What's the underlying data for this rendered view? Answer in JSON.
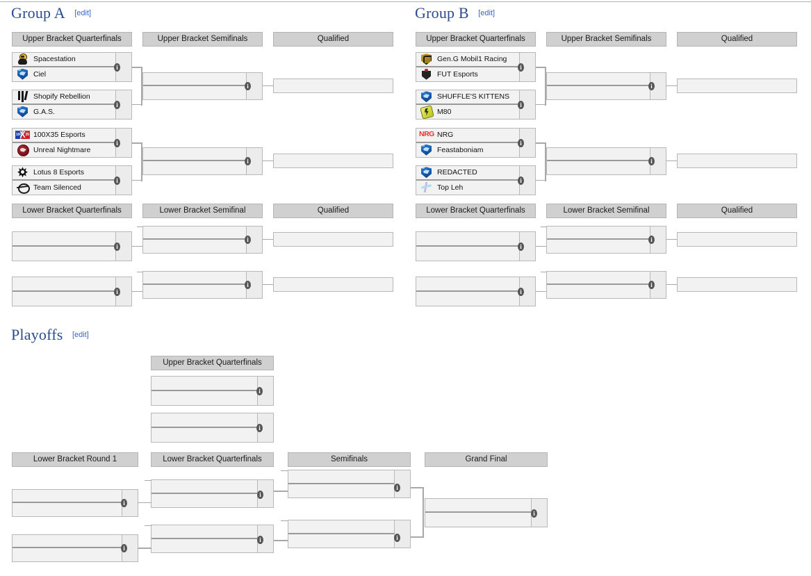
{
  "page": {
    "background": "#ffffff",
    "heading_color": "#2a4b8d",
    "link_color": "#3366cc",
    "round_header_bg": "#d0d0d0",
    "match_bg": "#f2f2f2",
    "score_bg": "#ececec",
    "line_color": "#a8a8a8",
    "edit_label": "[edit]"
  },
  "sections": [
    {
      "id": "group-a",
      "title": "Group A",
      "edit": "[edit]",
      "upper": {
        "headers": [
          "Upper Bracket Quarterfinals",
          "Upper Bracket Semifinals",
          "Qualified"
        ],
        "quarterfinals": [
          {
            "top": {
              "team": "Spacestation",
              "logo": "spacestation-logo",
              "score": ""
            },
            "bottom": {
              "team": "Ciel",
              "logo": "ciel-shield-logo",
              "score": ""
            }
          },
          {
            "top": {
              "team": "Shopify Rebellion",
              "logo": "shopify-rebellion-logo",
              "score": ""
            },
            "bottom": {
              "team": "G.A.S.",
              "logo": "gas-shield-logo",
              "score": ""
            }
          },
          {
            "top": {
              "team": "100X35 Esports",
              "logo": "100x35-logo",
              "score": ""
            },
            "bottom": {
              "team": "Unreal Nightmare",
              "logo": "unreal-nightmare-logo",
              "score": ""
            }
          },
          {
            "top": {
              "team": "Lotus 8 Esports",
              "logo": "lotus8-logo",
              "score": ""
            },
            "bottom": {
              "team": "Team Silenced",
              "logo": "team-silenced-logo",
              "score": ""
            }
          }
        ],
        "semifinals": [
          {
            "top": {
              "team": "",
              "score": ""
            },
            "bottom": {
              "team": "",
              "score": ""
            }
          },
          {
            "top": {
              "team": "",
              "score": ""
            },
            "bottom": {
              "team": "",
              "score": ""
            }
          }
        ],
        "qualified": [
          {
            "team": ""
          },
          {
            "team": ""
          }
        ]
      },
      "lower": {
        "headers": [
          "Lower Bracket Quarterfinals",
          "Lower Bracket Semifinal",
          "Qualified"
        ],
        "quarterfinals": [
          {
            "top": {
              "team": "",
              "score": ""
            },
            "bottom": {
              "team": "",
              "score": ""
            }
          },
          {
            "top": {
              "team": "",
              "score": ""
            },
            "bottom": {
              "team": "",
              "score": ""
            }
          }
        ],
        "semifinals": [
          {
            "top": {
              "team": "",
              "score": ""
            },
            "bottom": {
              "team": "",
              "score": ""
            }
          },
          {
            "top": {
              "team": "",
              "score": ""
            },
            "bottom": {
              "team": "",
              "score": ""
            }
          }
        ],
        "qualified": [
          {
            "team": ""
          },
          {
            "team": ""
          }
        ]
      }
    },
    {
      "id": "group-b",
      "title": "Group B",
      "edit": "[edit]",
      "upper": {
        "headers": [
          "Upper Bracket Quarterfinals",
          "Upper Bracket Semifinals",
          "Qualified"
        ],
        "quarterfinals": [
          {
            "top": {
              "team": "Gen.G Mobil1 Racing",
              "logo": "geng-logo",
              "score": ""
            },
            "bottom": {
              "team": "FUT Esports",
              "logo": "fut-esports-logo",
              "score": ""
            }
          },
          {
            "top": {
              "team": "SHUFFLE'S KITTENS",
              "logo": "shuffles-kittens-shield-logo",
              "score": ""
            },
            "bottom": {
              "team": "M80",
              "logo": "m80-logo",
              "score": ""
            }
          },
          {
            "top": {
              "team": "NRG",
              "logo": "nrg-logo",
              "score": ""
            },
            "bottom": {
              "team": "Feastaboniam",
              "logo": "feastaboniam-shield-logo",
              "score": ""
            }
          },
          {
            "top": {
              "team": "REDACTED",
              "logo": "redacted-shield-logo",
              "score": ""
            },
            "bottom": {
              "team": "Top Leh",
              "logo": "top-leh-logo",
              "score": ""
            }
          }
        ],
        "semifinals": [
          {
            "top": {
              "team": "",
              "score": ""
            },
            "bottom": {
              "team": "",
              "score": ""
            }
          },
          {
            "top": {
              "team": "",
              "score": ""
            },
            "bottom": {
              "team": "",
              "score": ""
            }
          }
        ],
        "qualified": [
          {
            "team": ""
          },
          {
            "team": ""
          }
        ]
      },
      "lower": {
        "headers": [
          "Lower Bracket Quarterfinals",
          "Lower Bracket Semifinal",
          "Qualified"
        ],
        "quarterfinals": [
          {
            "top": {
              "team": "",
              "score": ""
            },
            "bottom": {
              "team": "",
              "score": ""
            }
          },
          {
            "top": {
              "team": "",
              "score": ""
            },
            "bottom": {
              "team": "",
              "score": ""
            }
          }
        ],
        "semifinals": [
          {
            "top": {
              "team": "",
              "score": ""
            },
            "bottom": {
              "team": "",
              "score": ""
            }
          },
          {
            "top": {
              "team": "",
              "score": ""
            },
            "bottom": {
              "team": "",
              "score": ""
            }
          }
        ],
        "qualified": [
          {
            "team": ""
          },
          {
            "team": ""
          }
        ]
      }
    }
  ],
  "playoffs": {
    "id": "playoffs",
    "title": "Playoffs",
    "edit": "[edit]",
    "upper": {
      "headers": [
        "Upper Bracket Quarterfinals"
      ],
      "quarterfinals": [
        {
          "top": {
            "team": "",
            "score": ""
          },
          "bottom": {
            "team": "",
            "score": ""
          }
        },
        {
          "top": {
            "team": "",
            "score": ""
          },
          "bottom": {
            "team": "",
            "score": ""
          }
        }
      ]
    },
    "lower": {
      "headers": [
        "Lower Bracket Round 1",
        "Lower Bracket Quarterfinals",
        "Semifinals",
        "Grand Final"
      ],
      "round1": [
        {
          "top": {
            "team": "",
            "score": ""
          },
          "bottom": {
            "team": "",
            "score": ""
          }
        },
        {
          "top": {
            "team": "",
            "score": ""
          },
          "bottom": {
            "team": "",
            "score": ""
          }
        }
      ],
      "quarterfinals": [
        {
          "top": {
            "team": "",
            "score": ""
          },
          "bottom": {
            "team": "",
            "score": ""
          }
        },
        {
          "top": {
            "team": "",
            "score": ""
          },
          "bottom": {
            "team": "",
            "score": ""
          }
        }
      ],
      "semifinals": [
        {
          "top": {
            "team": "",
            "score": ""
          },
          "bottom": {
            "team": "",
            "score": ""
          }
        },
        {
          "top": {
            "team": "",
            "score": ""
          },
          "bottom": {
            "team": "",
            "score": ""
          }
        }
      ],
      "grandfinal": [
        {
          "top": {
            "team": "",
            "score": ""
          },
          "bottom": {
            "team": "",
            "score": ""
          }
        }
      ]
    }
  },
  "icons": {
    "info": "i"
  }
}
